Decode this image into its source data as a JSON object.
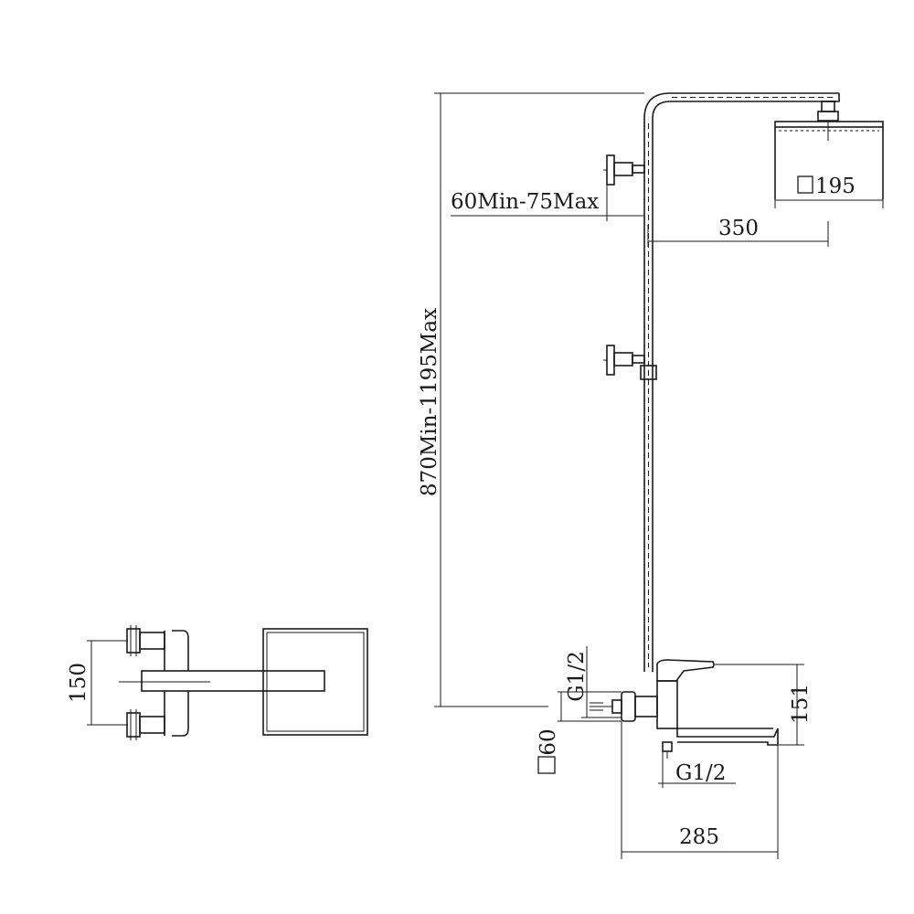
{
  "dimensions": {
    "total_height": "870Min-1195Max",
    "wall_offset": "60Min-75Max",
    "arm_length": "350",
    "head_size": "195",
    "centers_150": "150",
    "g_half_vertical": "G1/2",
    "escutcheon": "60",
    "mixer_height": "151",
    "g_half_bottom": "G1/2",
    "spout_length": "285"
  },
  "colors": {
    "line": "#1a1a1a",
    "background": "#ffffff"
  }
}
